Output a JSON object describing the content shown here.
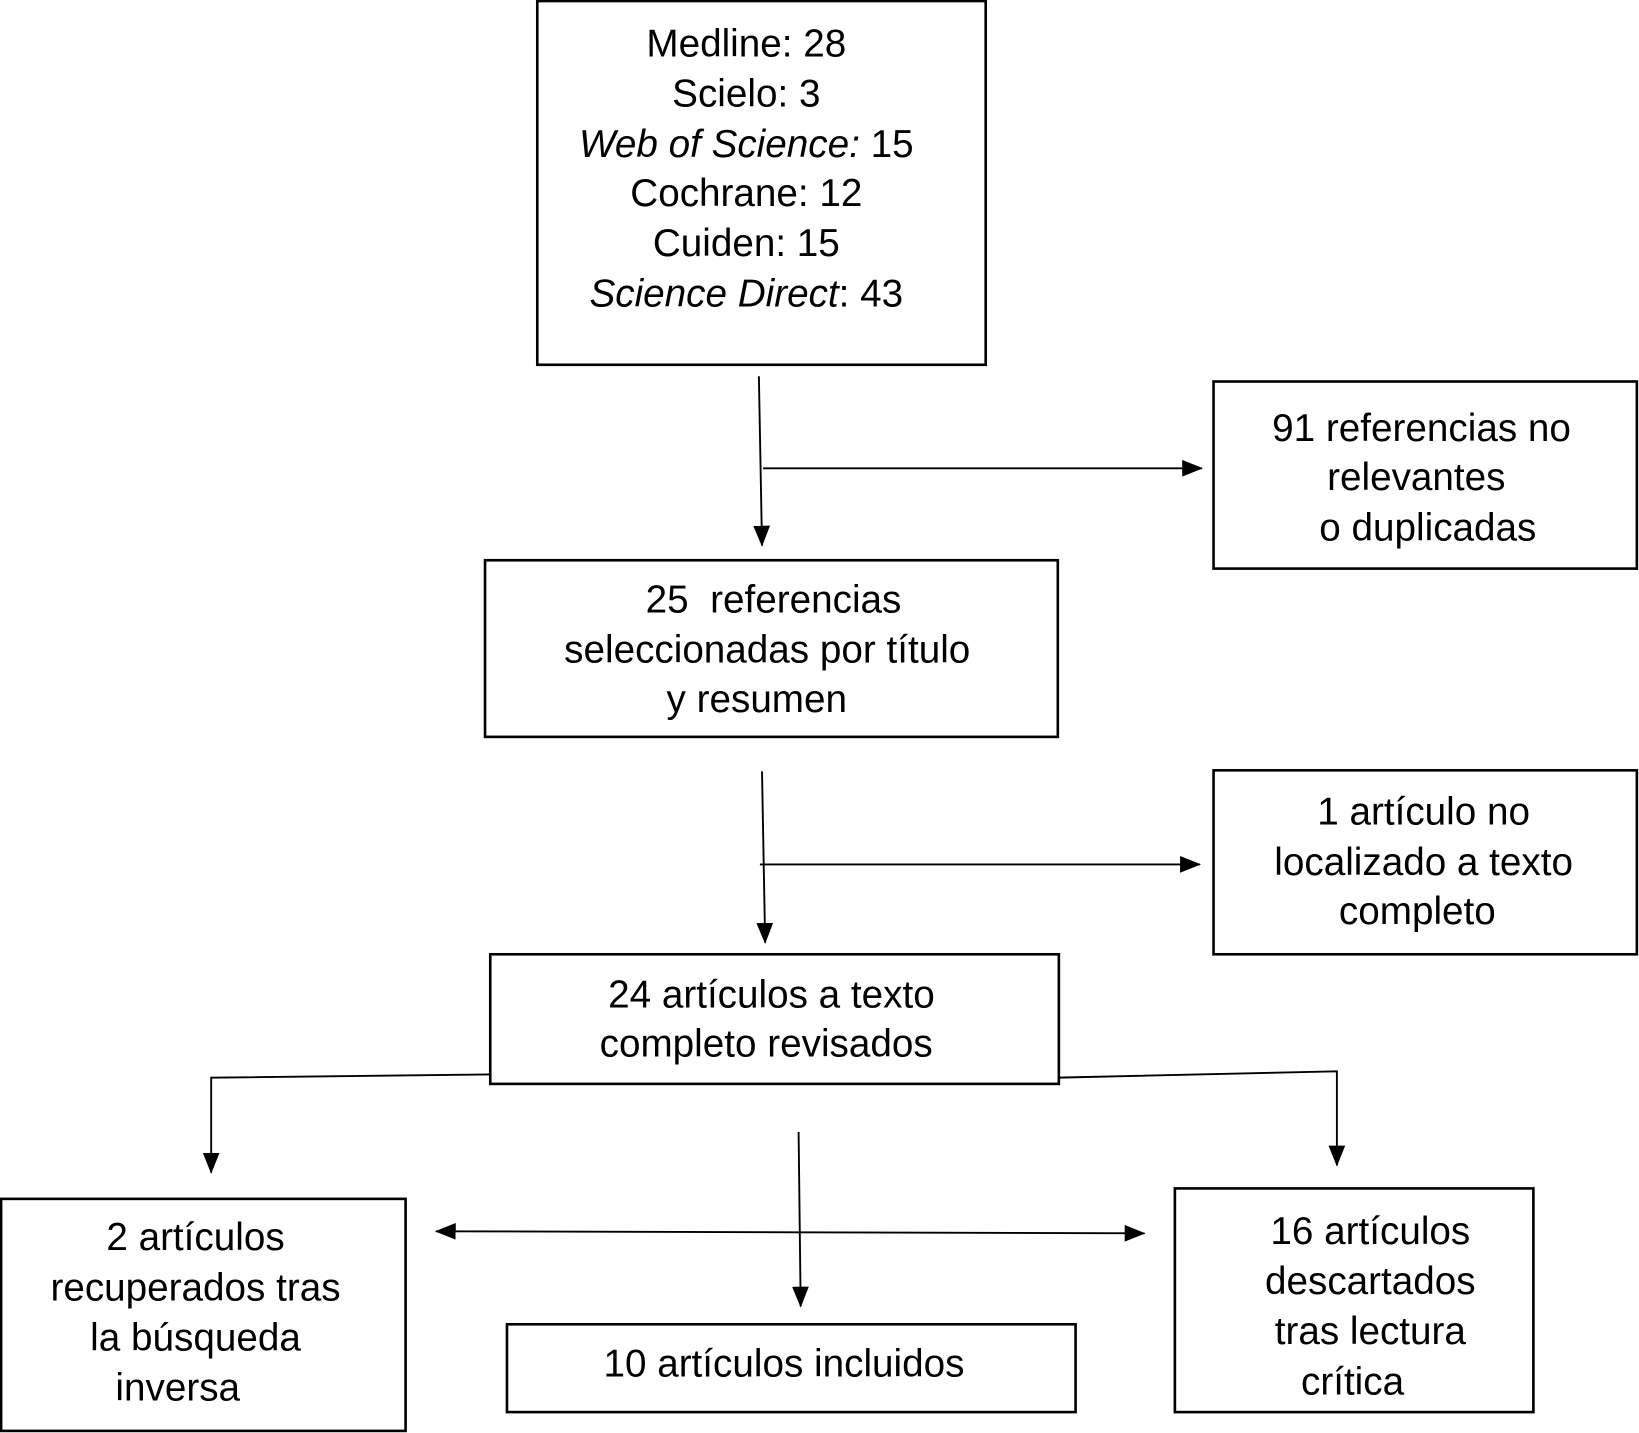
{
  "sources": {
    "medline": "Medline: 28",
    "scielo": "Scielo: 3",
    "wos_name": "Web of Science:",
    "wos_count": " 15",
    "cochrane": "Cochrane: 12",
    "cuiden": "Cuiden: 15",
    "sd_name": "Science Direct",
    "sd_count": ": 43"
  },
  "excluded_1": [
    "91 referencias no",
    "relevantes",
    "o duplicadas"
  ],
  "selected": [
    "25  referencias",
    "seleccionadas por título",
    "y resumen"
  ],
  "excluded_2": [
    "1 artículo no",
    "localizado a texto",
    "completo"
  ],
  "fulltext": [
    "24 artículos a texto",
    "completo revisados"
  ],
  "recovered": [
    "2 artículos",
    "recuperados tras",
    "la búsqueda",
    "inversa"
  ],
  "included": "10 artículos incluidos",
  "discarded": [
    "16 artículos",
    "descartados",
    "tras lectura",
    "crítica"
  ]
}
